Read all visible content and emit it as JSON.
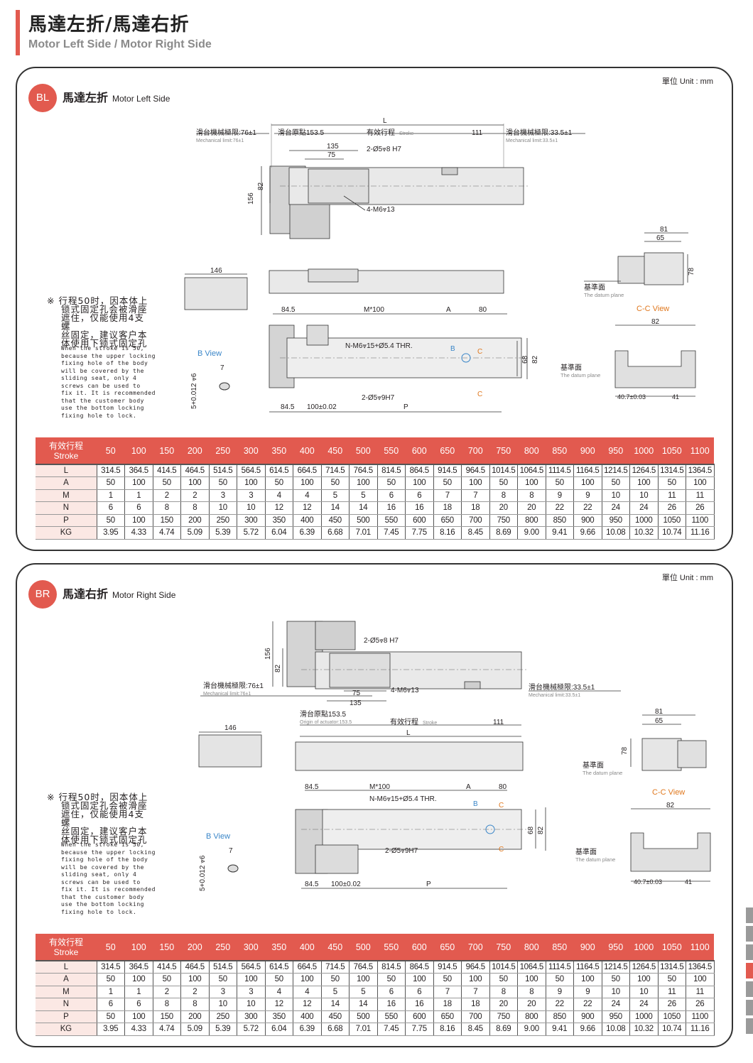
{
  "header": {
    "title_cn": "馬達左折/馬達右折",
    "title_en": "Motor Left Side / Motor Right Side"
  },
  "sections": [
    {
      "badge": "BL",
      "title_cn": "馬達左折",
      "title_en": "Motor Left Side",
      "unit": "單位 Unit : mm",
      "labels": {
        "mech_left": "滑台機械極限:76±1",
        "mech_left_en": "Mechanical limit:76±1",
        "origin": "滑台原點153.5",
        "origin_en": "",
        "stroke": "有效行程",
        "stroke_en": "Stroke",
        "mech_right": "滑台機械極限:33.5±1",
        "mech_right_en": "Mechanical limit:33.5±1",
        "L": "L",
        "d111": "111",
        "d135": "135",
        "d75": "75",
        "hole1": "2-Ø5⩔8 H7",
        "hole2": "4-M6⩔13",
        "d156": "156",
        "d82": "82",
        "d146": "146",
        "d81": "81",
        "d65": "65",
        "d78": "78",
        "datum": "基準面",
        "datum_en": "The datum plane",
        "cc_view": "C-C View",
        "d82b": "82",
        "d845": "84.5",
        "m100": "M*100",
        "A": "A",
        "d80": "80",
        "nm6": "N-M6⩔15+Ø5.4 THR.",
        "B": "B",
        "C": "C",
        "bview": "B View",
        "b_tol": "5+0.012 ⩔6",
        "b_zero": "0",
        "b7": "7",
        "hole3": "2-Ø5⩔9H7",
        "d845b": "84.5",
        "d100": "100±0.02",
        "P": "P",
        "d68": "68",
        "d82c": "82",
        "d407": "40.7±0.03",
        "d41": "41"
      },
      "note_cn": [
        "※ 行程50时，因本体上",
        "锁式固定孔会被滑座",
        "遮住，仅能使用4支螺",
        "丝固定，建议客户本",
        "体使用下锁式固定孔"
      ],
      "note_en": [
        "When the stroke is 50,",
        "because the upper locking",
        "fixing hole of the body",
        "will be covered by the",
        "sliding seat, only 4",
        "screws can be used to",
        "fix it. It is recommended",
        "that the customer body",
        "use the bottom locking",
        "fixing hole to lock."
      ]
    },
    {
      "badge": "BR",
      "title_cn": "馬達右折",
      "title_en": "Motor Right Side",
      "unit": "單位 Unit : mm",
      "labels": {
        "mech_left": "滑台機械極限:76±1",
        "mech_left_en": "Mechanical limit:76±1",
        "origin": "滑台原點153.5",
        "origin_en": "Origin of actuator:153.5",
        "stroke": "有效行程",
        "stroke_en": "Stroke",
        "mech_right": "滑台機械極限:33.5±1",
        "mech_right_en": "Mechanical limit:33.5±1",
        "L": "L",
        "d111": "111",
        "d135": "135",
        "d75": "75",
        "hole1": "2-Ø5⩔8 H7",
        "hole2": "4-M6⩔13",
        "d156": "156",
        "d82": "82",
        "d146": "146",
        "d81": "81",
        "d65": "65",
        "d78": "78",
        "datum": "基準面",
        "datum_en": "The datum plane",
        "cc_view": "C-C View",
        "d82b": "82",
        "d845": "84.5",
        "m100": "M*100",
        "A": "A",
        "d80": "80",
        "nm6": "N-M6⩔15+Ø5.4 THR.",
        "B": "B",
        "C": "C",
        "bview": "B View",
        "b_tol": "5+0.012 ⩔6",
        "b_zero": "0",
        "b7": "7",
        "hole3": "2-Ø5⩔9H7",
        "d845b": "84.5",
        "d100": "100±0.02",
        "P": "P",
        "d68": "68",
        "d82c": "82",
        "d407": "40.7±0.03",
        "d41": "41"
      },
      "note_cn": [
        "※ 行程50时，因本体上",
        "锁式固定孔会被滑座",
        "遮住，仅能使用4支螺",
        "丝固定，建议客户本",
        "体使用下锁式固定孔"
      ],
      "note_en": [
        "When the stroke is 50,",
        "because the upper locking",
        "fixing hole of the body",
        "will be covered by the",
        "sliding seat, only 4",
        "screws can be used to",
        "fix it. It is recommended",
        "that the customer body",
        "use the bottom locking",
        "fixing hole to lock."
      ]
    }
  ],
  "table": {
    "header_label": [
      "有效行程",
      "Stroke"
    ],
    "strokes": [
      "50",
      "100",
      "150",
      "200",
      "250",
      "300",
      "350",
      "400",
      "450",
      "500",
      "550",
      "600",
      "650",
      "700",
      "750",
      "800",
      "850",
      "900",
      "950",
      "1000",
      "1050",
      "1100"
    ],
    "rows": [
      {
        "label": "L",
        "values": [
          "314.5",
          "364.5",
          "414.5",
          "464.5",
          "514.5",
          "564.5",
          "614.5",
          "664.5",
          "714.5",
          "764.5",
          "814.5",
          "864.5",
          "914.5",
          "964.5",
          "1014.5",
          "1064.5",
          "1114.5",
          "1164.5",
          "1214.5",
          "1264.5",
          "1314.5",
          "1364.5"
        ]
      },
      {
        "label": "A",
        "values": [
          "50",
          "100",
          "50",
          "100",
          "50",
          "100",
          "50",
          "100",
          "50",
          "100",
          "50",
          "100",
          "50",
          "100",
          "50",
          "100",
          "50",
          "100",
          "50",
          "100",
          "50",
          "100"
        ]
      },
      {
        "label": "M",
        "values": [
          "1",
          "1",
          "2",
          "2",
          "3",
          "3",
          "4",
          "4",
          "5",
          "5",
          "6",
          "6",
          "7",
          "7",
          "8",
          "8",
          "9",
          "9",
          "10",
          "10",
          "11",
          "11"
        ]
      },
      {
        "label": "N",
        "values": [
          "6",
          "6",
          "8",
          "8",
          "10",
          "10",
          "12",
          "12",
          "14",
          "14",
          "16",
          "16",
          "18",
          "18",
          "20",
          "20",
          "22",
          "22",
          "24",
          "24",
          "26",
          "26"
        ]
      },
      {
        "label": "P",
        "values": [
          "50",
          "100",
          "150",
          "200",
          "250",
          "300",
          "350",
          "400",
          "450",
          "500",
          "550",
          "600",
          "650",
          "700",
          "750",
          "800",
          "850",
          "900",
          "950",
          "1000",
          "1050",
          "1100"
        ]
      },
      {
        "label": "KG",
        "values": [
          "3.95",
          "4.33",
          "4.74",
          "5.09",
          "5.39",
          "5.72",
          "6.04",
          "6.39",
          "6.68",
          "7.01",
          "7.45",
          "7.75",
          "8.16",
          "8.45",
          "8.69",
          "9.00",
          "9.41",
          "9.66",
          "10.08",
          "10.32",
          "10.74",
          "11.16"
        ]
      }
    ]
  },
  "colors": {
    "accent": "#e25a4f",
    "label_bg": "#fbe8e4",
    "blue": "#3a86c8",
    "orange": "#e0781e"
  }
}
